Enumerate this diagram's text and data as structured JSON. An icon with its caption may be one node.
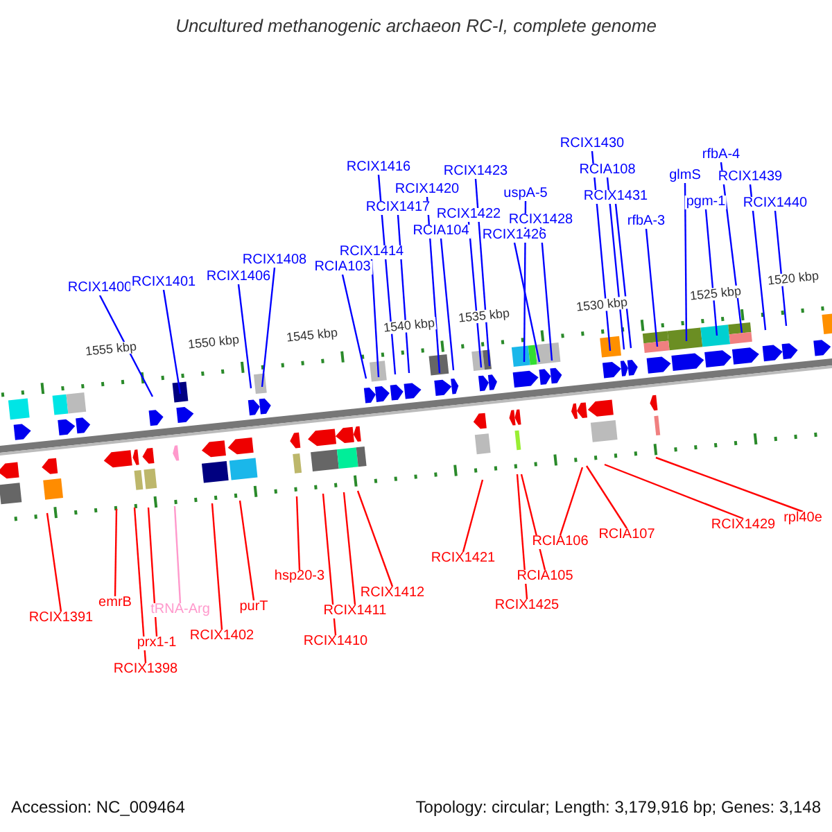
{
  "diagram": {
    "title": "Uncultured methanogenic archaeon RC-I, complete genome",
    "nodes": [
      {
        "text": [
          "RCIX1400"
        ]
      },
      {
        "text": [
          "RCIX1401"
        ]
      },
      {
        "text": [
          "RCIX1406"
        ]
      },
      {
        "text": [
          "RCIX1408"
        ]
      },
      {
        "text": [
          "RCIA103"
        ]
      },
      {
        "text": [
          "RCIX1414"
        ]
      },
      {
        "text": [
          "RCIX1416"
        ]
      },
      {
        "text": [
          "RCIX1417"
        ]
      },
      {
        "text": [
          "RCIX1420"
        ]
      },
      {
        "text": [
          "RCIA104"
        ]
      },
      {
        "text": [
          "RCIX1422"
        ]
      },
      {
        "text": [
          "RCIX1423"
        ]
      },
      {
        "text": [
          "uspA-5"
        ]
      },
      {
        "text": [
          "RCIX1426"
        ]
      },
      {
        "text": [
          "RCIX1428"
        ]
      },
      {
        "text": [
          "RCIX1430"
        ]
      },
      {
        "text": [
          "RCIA108"
        ]
      },
      {
        "text": [
          "RCIX1431"
        ]
      },
      {
        "text": [
          "rfbA-3"
        ]
      },
      {
        "text": [
          "glmS"
        ]
      },
      {
        "text": [
          "pgm-1"
        ]
      },
      {
        "text": [
          "rfbA-4"
        ]
      },
      {
        "text": [
          "RCIX1439"
        ]
      },
      {
        "text": [
          "RCIX1440"
        ]
      },
      {
        "text": [
          "RCIX1391"
        ]
      },
      {
        "text": [
          "emrB"
        ]
      },
      {
        "text": [
          "prx1-1"
        ]
      },
      {
        "text": [
          "RCIX1398"
        ]
      },
      {
        "text": [
          "tRNA-Arg"
        ]
      },
      {
        "text": [
          "RCIX1402"
        ]
      },
      {
        "text": [
          "purT"
        ]
      },
      {
        "text": [
          "hsp20-3"
        ]
      },
      {
        "text": [
          "RCIX1410"
        ]
      },
      {
        "text": [
          "RCIX1411"
        ]
      },
      {
        "text": [
          "RCIX1412"
        ]
      },
      {
        "text": [
          "RCIX1421"
        ]
      },
      {
        "text": [
          "RCIX1425"
        ]
      },
      {
        "text": [
          "RCIA105"
        ]
      },
      {
        "text": [
          "RCIA106"
        ]
      },
      {
        "text": [
          "RCIA107"
        ]
      },
      {
        "text": [
          "RCIX1429"
        ]
      },
      {
        "text": [
          "rpl40e"
        ]
      }
    ],
    "edges": [
      {
        "from": 0,
        "to": null,
        "arrow": "none"
      },
      {
        "from": 1,
        "to": null,
        "arrow": "none"
      },
      {
        "from": 2,
        "to": null,
        "arrow": "none"
      },
      {
        "from": 3,
        "to": null,
        "arrow": "none"
      },
      {
        "from": 4,
        "to": null,
        "arrow": "none"
      },
      {
        "from": 5,
        "to": null,
        "arrow": "none"
      },
      {
        "from": 6,
        "to": null,
        "arrow": "none"
      },
      {
        "from": 7,
        "to": null,
        "arrow": "none"
      },
      {
        "from": 8,
        "to": null,
        "arrow": "none"
      },
      {
        "from": 9,
        "to": null,
        "arrow": "none"
      },
      {
        "from": 10,
        "to": null,
        "arrow": "none"
      },
      {
        "from": 11,
        "to": null,
        "arrow": "none"
      },
      {
        "from": 12,
        "to": null,
        "arrow": "none"
      },
      {
        "from": 13,
        "to": null,
        "arrow": "none"
      },
      {
        "from": 14,
        "to": null,
        "arrow": "none"
      },
      {
        "from": 15,
        "to": null,
        "arrow": "none"
      },
      {
        "from": 16,
        "to": null,
        "arrow": "none"
      },
      {
        "from": 17,
        "to": null,
        "arrow": "none"
      },
      {
        "from": 18,
        "to": null,
        "arrow": "none"
      },
      {
        "from": 19,
        "to": null,
        "arrow": "none"
      },
      {
        "from": 20,
        "to": null,
        "arrow": "none"
      },
      {
        "from": 21,
        "to": null,
        "arrow": "none"
      },
      {
        "from": 22,
        "to": null,
        "arrow": "none"
      },
      {
        "from": 23,
        "to": null,
        "arrow": "none"
      },
      {
        "from": 24,
        "to": null,
        "arrow": "none",
        "color": "#ff0000"
      },
      {
        "from": 25,
        "to": null,
        "arrow": "none",
        "color": "#ff0000"
      },
      {
        "from": 26,
        "to": null,
        "arrow": "none",
        "color": "#ff0000"
      },
      {
        "from": 27,
        "to": null,
        "arrow": "none",
        "color": "#ff0000"
      },
      {
        "from": 28,
        "to": null,
        "arrow": "none",
        "color": "#ff99cc"
      },
      {
        "from": 29,
        "to": null,
        "arrow": "none",
        "color": "#ff0000"
      },
      {
        "from": 30,
        "to": null,
        "arrow": "none",
        "color": "#ff0000"
      },
      {
        "from": 31,
        "to": null,
        "arrow": "none",
        "color": "#ff0000"
      },
      {
        "from": 32,
        "to": null,
        "arrow": "none",
        "color": "#ff0000"
      },
      {
        "from": 33,
        "to": null,
        "arrow": "none",
        "color": "#ff0000"
      },
      {
        "from": 34,
        "to": null,
        "arrow": "none",
        "color": "#ff0000"
      },
      {
        "from": 35,
        "to": null,
        "arrow": "none",
        "color": "#ff0000"
      },
      {
        "from": 36,
        "to": null,
        "arrow": "none",
        "color": "#ff0000"
      },
      {
        "from": 37,
        "to": null,
        "arrow": "none",
        "color": "#ff0000"
      },
      {
        "from": 38,
        "to": null,
        "arrow": "none",
        "color": "#ff0000"
      },
      {
        "from": 39,
        "to": null,
        "arrow": "none",
        "color": "#ff0000"
      },
      {
        "from": 40,
        "to": null,
        "arrow": "none",
        "color": "#ff0000"
      },
      {
        "from": 41,
        "to": null,
        "arrow": "none",
        "color": "#ff0000"
      }
    ],
    "labels": [
      "1555 kbp",
      "1550 kbp",
      "1545 kbp",
      "1540 kbp",
      "1535 kbp",
      "1530 kbp",
      "1525 kbp",
      "1520 kbp",
      "Accession: NC_009464",
      "Topology: circular; Length: 3,179,916 bp; Genes: 3,148"
    ]
  }
}
